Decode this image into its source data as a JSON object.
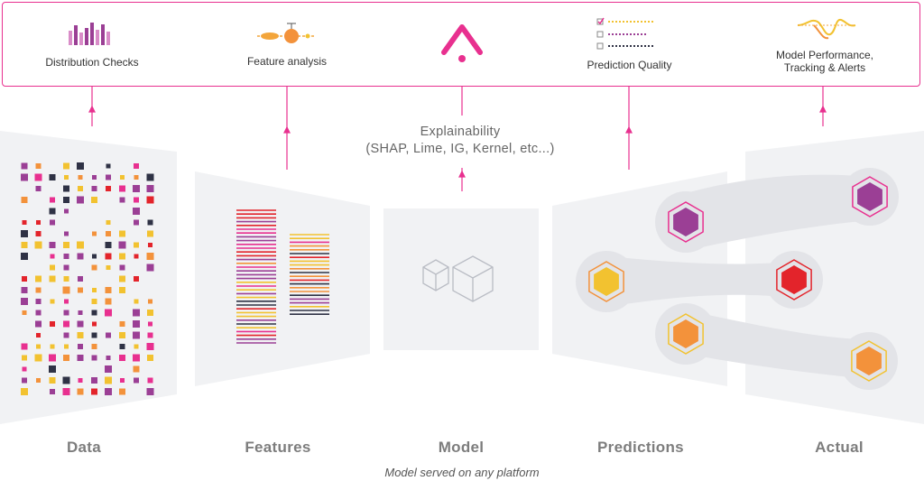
{
  "tools": {
    "distribution": "Distribution Checks",
    "feature": "Feature analysis",
    "prediction_quality": "Prediction Quality",
    "performance_line1": "Model Performance,",
    "performance_line2": "Tracking & Alerts"
  },
  "explainability": {
    "title": "Explainability",
    "subtitle": "(SHAP, Lime, IG, Kernel, etc...)"
  },
  "stages": {
    "data": "Data",
    "features": "Features",
    "model": "Model",
    "predictions": "Predictions",
    "actual": "Actual"
  },
  "footer": "Model served on any platform",
  "colors": {
    "accent": "#e8308f",
    "purple": "#9b3f95",
    "pink": "#e8308f",
    "red": "#e3242b",
    "yellow": "#f2c230",
    "orange": "#f3923b",
    "navy": "#2f3245",
    "panel": "#f1f2f4",
    "label_gray": "#7d7d7d"
  }
}
